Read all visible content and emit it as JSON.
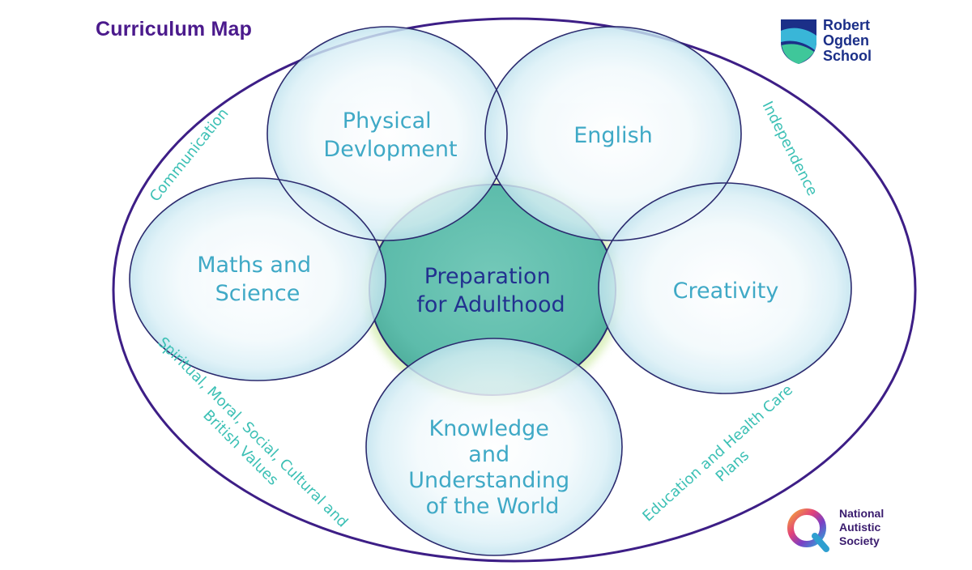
{
  "title": "Curriculum Map",
  "center": [
    "Preparation",
    "for Adulthood"
  ],
  "areas": {
    "physical": [
      "Physical",
      "Devlopment"
    ],
    "english": [
      "English"
    ],
    "maths": [
      "Maths and",
      "Science"
    ],
    "creativity": [
      "Creativity"
    ],
    "knowledge": [
      "Knowledge",
      "and",
      "Understanding",
      "of the World"
    ]
  },
  "themes": {
    "communication": "Communication",
    "independence": "Independence",
    "smsc": [
      "Spiritual, Moral, Social, Cultural and",
      "British Values"
    ],
    "ehcp": [
      "Education and Health Care",
      "Plans"
    ]
  },
  "logos": {
    "school": [
      "Robert",
      "Ogden",
      "School"
    ],
    "nas": [
      "National",
      "Autistic",
      "Society"
    ]
  },
  "colors": {
    "title": "#4b1a8c",
    "outline": "#3d1e86",
    "bubble_text": "#3fa9c6",
    "theme_text": "#3cc0b5",
    "center_fill": "#5fbfae",
    "center_text": "#22318f"
  }
}
